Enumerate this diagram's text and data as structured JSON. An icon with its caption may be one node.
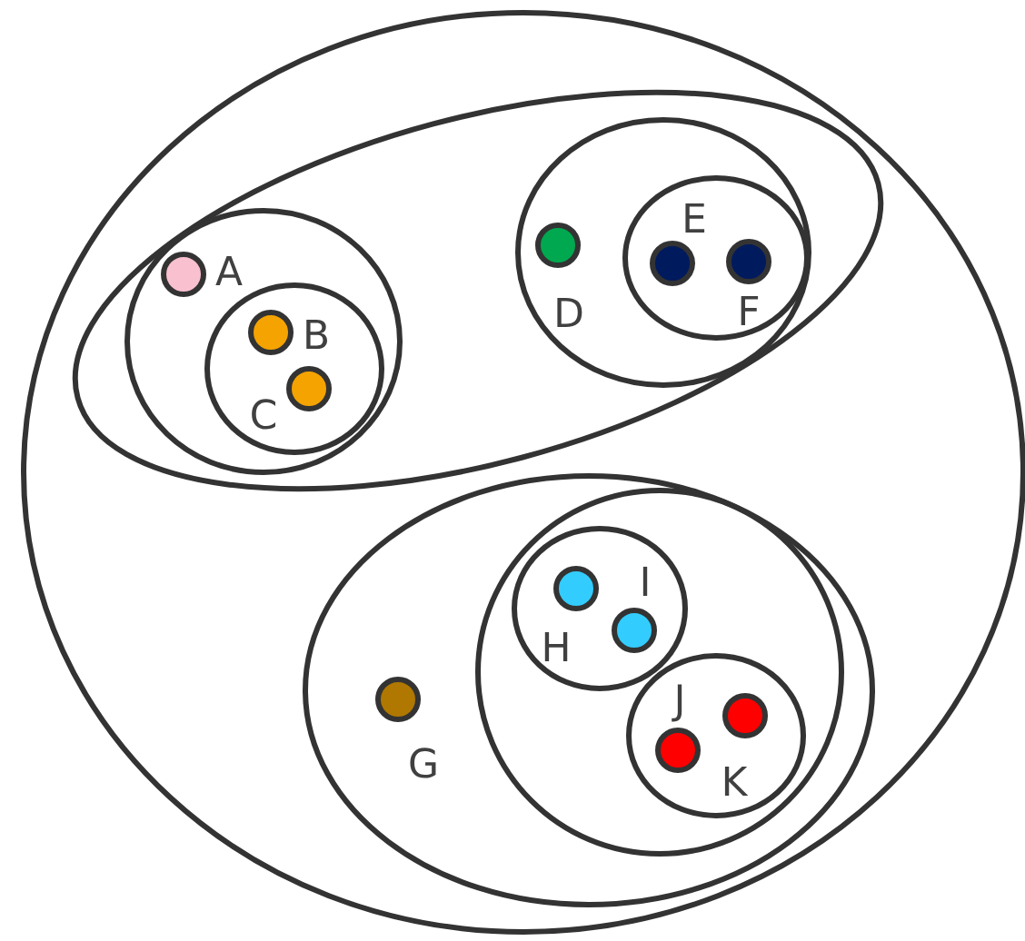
{
  "diagram": {
    "nodes": [
      {
        "text": [],
        "shape": "ellipse"
      },
      {
        "text": [],
        "shape": "ellipse",
        "in": 0
      },
      {
        "text": [],
        "shape": "ellipse",
        "in": 1
      },
      {
        "text": [],
        "shape": "circle",
        "in": 2,
        "beside": [
          "A"
        ]
      },
      {
        "text": [],
        "shape": "ellipse",
        "in": 2
      },
      {
        "text": [],
        "shape": "circle",
        "in": 4,
        "beside": [
          "B"
        ]
      },
      {
        "text": [],
        "shape": "circle",
        "in": 4,
        "beside": [
          "C"
        ]
      },
      {
        "text": [],
        "shape": "ellipse",
        "in": 1
      },
      {
        "text": [],
        "shape": "circle",
        "in": 7,
        "beside": [
          "D"
        ]
      },
      {
        "text": [],
        "shape": "ellipse",
        "in": 7
      },
      {
        "text": [],
        "shape": "circle",
        "in": 9,
        "beside": [
          "E"
        ]
      },
      {
        "text": [],
        "shape": "circle",
        "in": 9,
        "beside": [
          "F"
        ]
      },
      {
        "text": [],
        "shape": "ellipse",
        "in": 0
      },
      {
        "text": [],
        "shape": "circle",
        "in": 12,
        "beside": [
          "G"
        ]
      },
      {
        "text": [],
        "shape": "ellipse",
        "in": 12
      },
      {
        "text": [],
        "shape": "ellipse",
        "in": 14
      },
      {
        "text": [],
        "shape": "circle",
        "in": 15,
        "beside": [
          "H"
        ]
      },
      {
        "text": [],
        "shape": "circle",
        "in": 15,
        "beside": [
          "I"
        ]
      },
      {
        "text": [],
        "shape": "ellipse",
        "in": 14
      },
      {
        "text": [],
        "shape": "circle",
        "in": 18,
        "beside": [
          "J"
        ]
      },
      {
        "text": [],
        "shape": "circle",
        "in": 18,
        "beside": [
          "K"
        ]
      }
    ]
  }
}
